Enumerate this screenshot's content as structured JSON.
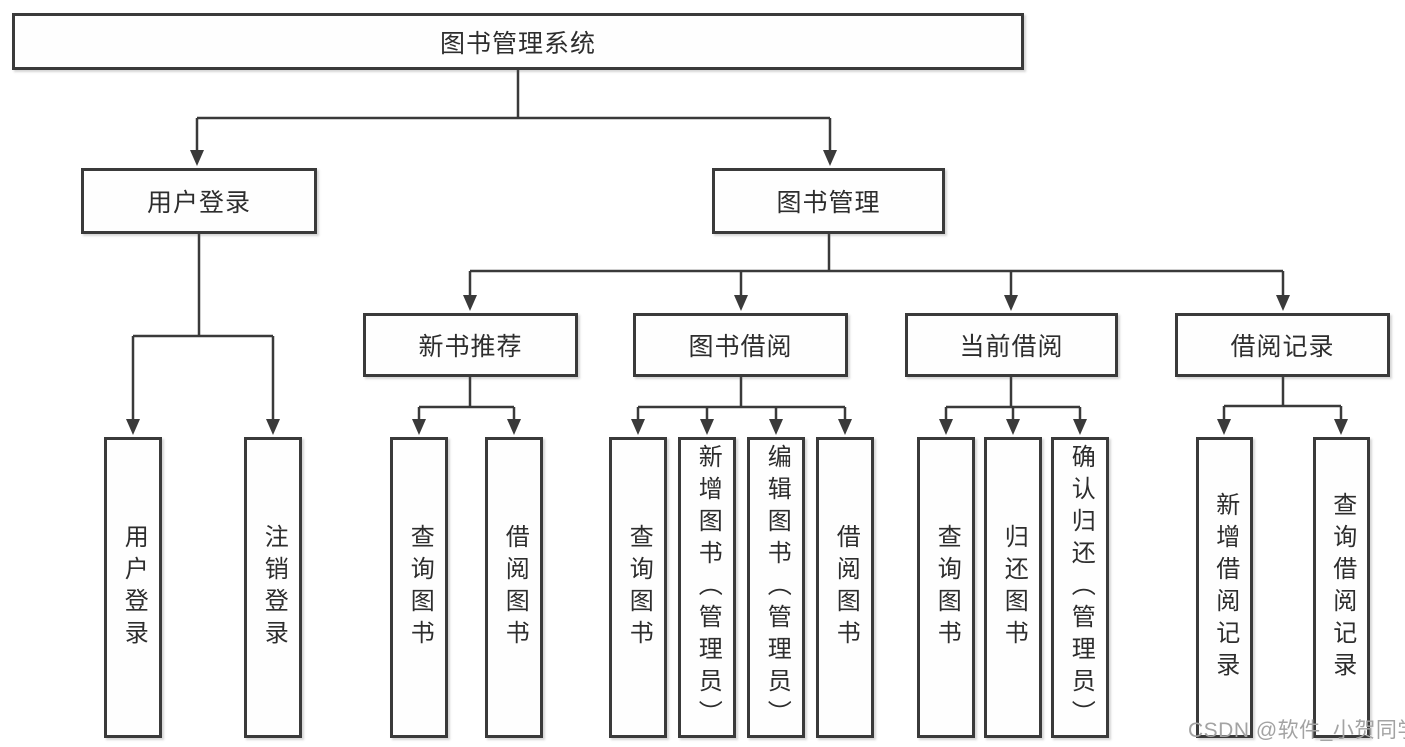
{
  "diagram_title": "图书管理系统",
  "tree": {
    "root": {
      "label": "图书管理系统"
    },
    "branches": [
      {
        "label": "用户登录",
        "children": [
          {
            "label": "用户登录"
          },
          {
            "label": "注销登录"
          }
        ]
      },
      {
        "label": "图书管理",
        "children": [
          {
            "label": "新书推荐",
            "children": [
              {
                "label": "查询图书"
              },
              {
                "label": "借阅图书"
              }
            ]
          },
          {
            "label": "图书借阅",
            "children": [
              {
                "label": "查询图书"
              },
              {
                "label": "新增图书（管理员）"
              },
              {
                "label": "编辑图书（管理员）"
              },
              {
                "label": "借阅图书"
              }
            ]
          },
          {
            "label": "当前借阅",
            "children": [
              {
                "label": "查询图书"
              },
              {
                "label": "归还图书"
              },
              {
                "label": "确认归还（管理员）"
              }
            ]
          },
          {
            "label": "借阅记录",
            "children": [
              {
                "label": "新增借阅记录"
              },
              {
                "label": "查询借阅记录"
              }
            ]
          }
        ]
      }
    ]
  },
  "watermark": "CSDN @软件_小贺同学",
  "colors": {
    "line": "#3a3a3a",
    "box_border": "#3a3a3a",
    "box_background": "#fefefe",
    "text": "#2d2d2d",
    "watermark": "#a3a3a3",
    "background": "#ffffff"
  }
}
